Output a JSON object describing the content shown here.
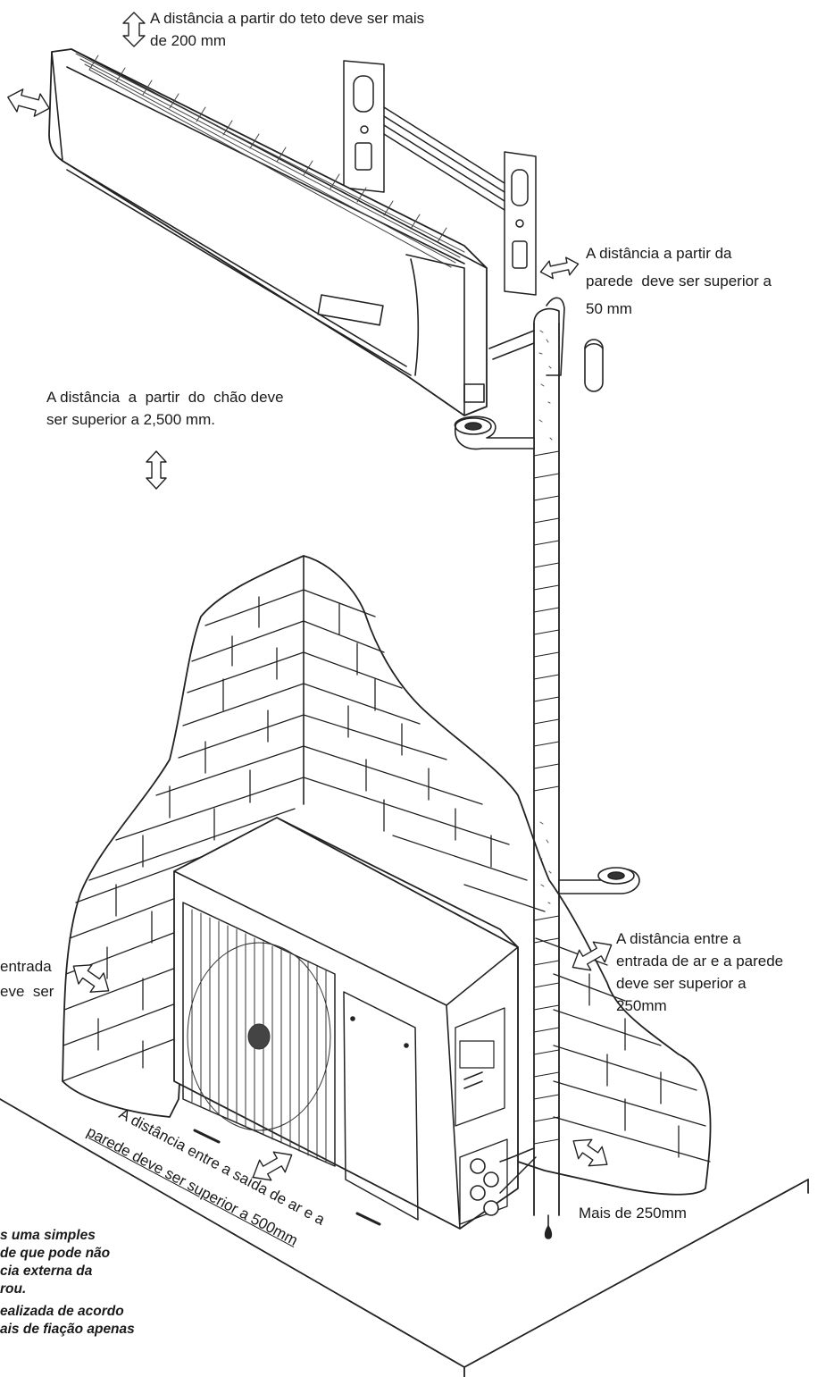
{
  "labels": {
    "ceiling": "A distância a partir do teto deve ser mais\nde 200 mm",
    "wall": "A distância a partir da\nparede  deve ser superior a\n50 mm",
    "floor": "A distância  a  partir  do  chão deve\nser superior a 2,500 mm.",
    "left_partial": "entrada\neve  ser",
    "inlet": "A distância entre a\nentrada de ar e a parede\ndeve ser superior a\n250mm",
    "outlet_line1": "A distância entre a saída de ar e a",
    "outlet_line2": "parede deve ser superior a 500mm",
    "side": "Mais de 250mm",
    "note1": "s uma simples\nde que pode não\ncia externa da\nrou.",
    "note2": "ealizada de acordo\nais de fiação apenas"
  }
}
